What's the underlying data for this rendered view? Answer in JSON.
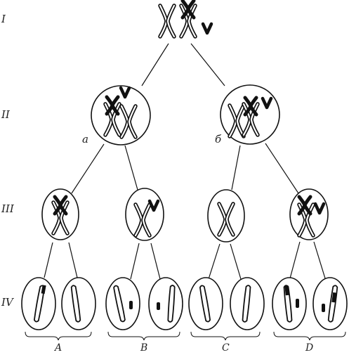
{
  "stages": [
    "I",
    "II",
    "III",
    "IV"
  ],
  "cell_labels": {
    "left": "а",
    "right": "б"
  },
  "groups": [
    "A",
    "B",
    "C",
    "D"
  ],
  "colors": {
    "ink": "#111111",
    "fill": "#ffffff"
  }
}
